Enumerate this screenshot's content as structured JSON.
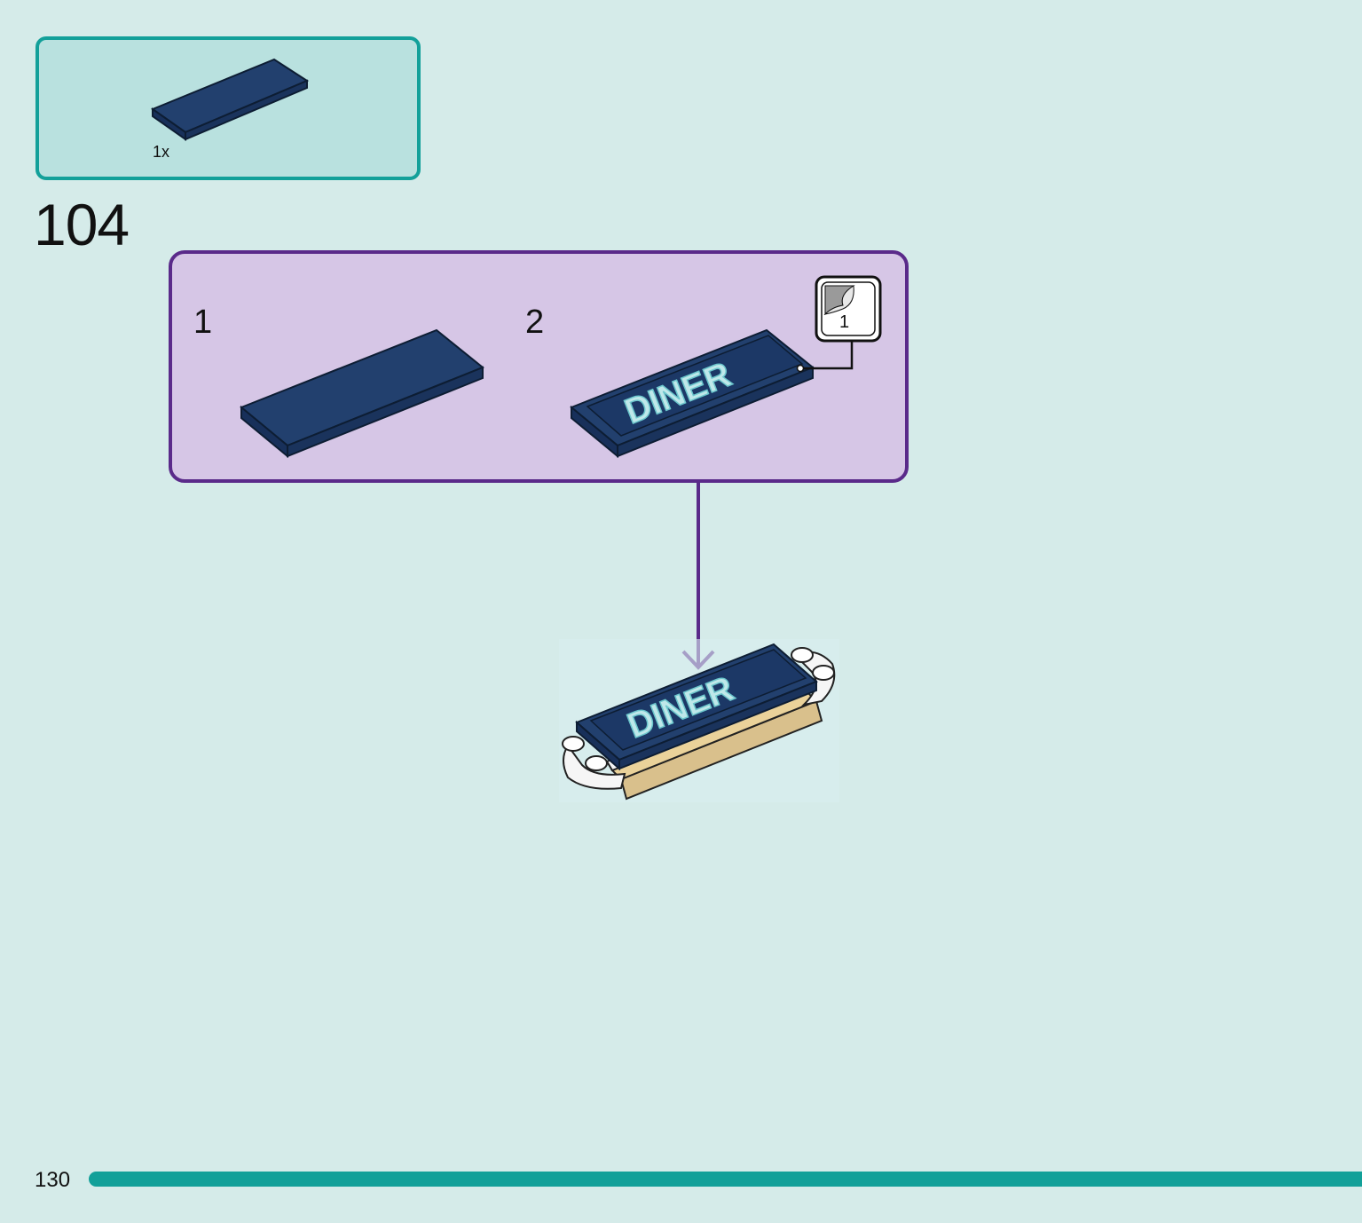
{
  "page": {
    "number": "130",
    "background": "#d5ebe9",
    "accent": "#12a099"
  },
  "parts_list": {
    "count_label": "1x",
    "part": "dark-blue-tile-icon",
    "border_color": "#13a09a",
    "fill_color": "#b9e1df"
  },
  "step": {
    "number": "104",
    "substeps": [
      {
        "label": "1",
        "part": "dark-blue-tile-icon"
      },
      {
        "label": "2",
        "part": "diner-sign-tile-icon",
        "sticker_text": "DINER"
      }
    ],
    "sticker": {
      "label": "1",
      "icon": "sticker-sheet-icon"
    },
    "box_border": "#5a2a8a",
    "box_fill": "#d6c6e6"
  },
  "assembly": {
    "sign_text": "DINER",
    "arrow": "down-arrow-icon"
  }
}
